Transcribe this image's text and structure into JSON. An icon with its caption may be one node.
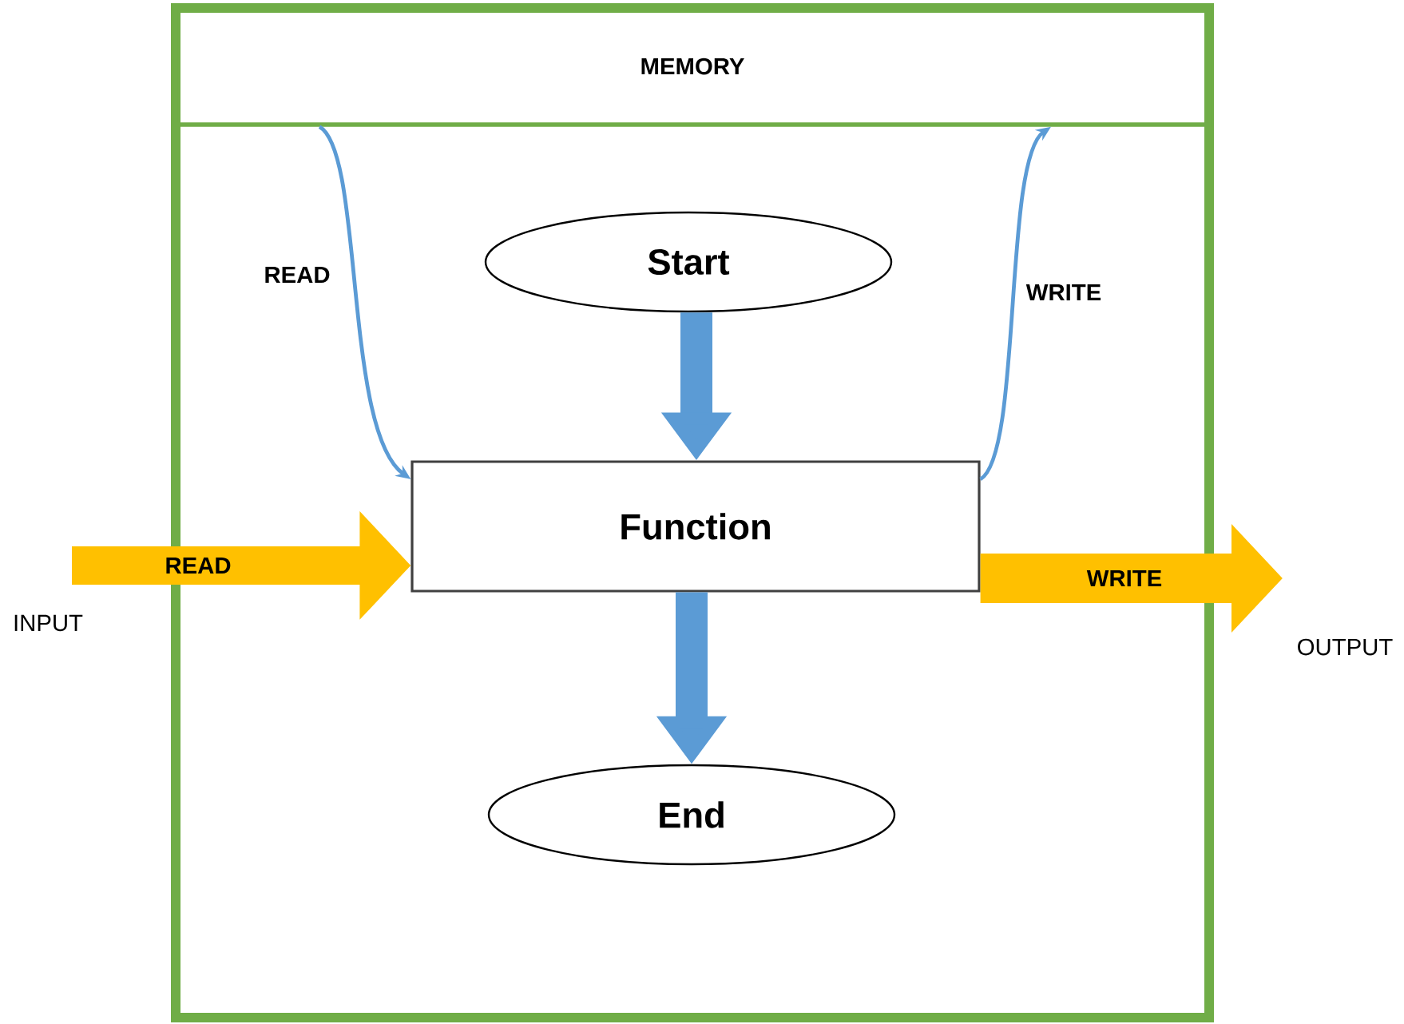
{
  "diagram": {
    "nodes": [
      {
        "text": [],
        "shape": "box"
      },
      {
        "text": [
          "MEMORY"
        ],
        "in": 0
      },
      {
        "text": [
          "Start"
        ],
        "in": 0
      },
      {
        "text": [
          "Function"
        ],
        "in": 0
      },
      {
        "text": [
          "End"
        ],
        "in": 0
      }
    ],
    "edges": [
      {
        "from": 1,
        "to": 3,
        "arrow": "to",
        "label": "READ"
      },
      {
        "from": 3,
        "to": 1,
        "arrow": "to",
        "label": "WRITE"
      },
      {
        "from": 2,
        "to": 3,
        "arrow": "to"
      },
      {
        "from": 3,
        "to": 4,
        "arrow": "to"
      },
      {
        "from": null,
        "to": 3,
        "arrow": "to",
        "label": "READ",
        "color": "#ffc000"
      },
      {
        "from": 3,
        "to": null,
        "arrow": "to",
        "label": "WRITE",
        "color": "#ffc000"
      }
    ],
    "labels": [
      "INPUT",
      "OUTPUT"
    ]
  }
}
